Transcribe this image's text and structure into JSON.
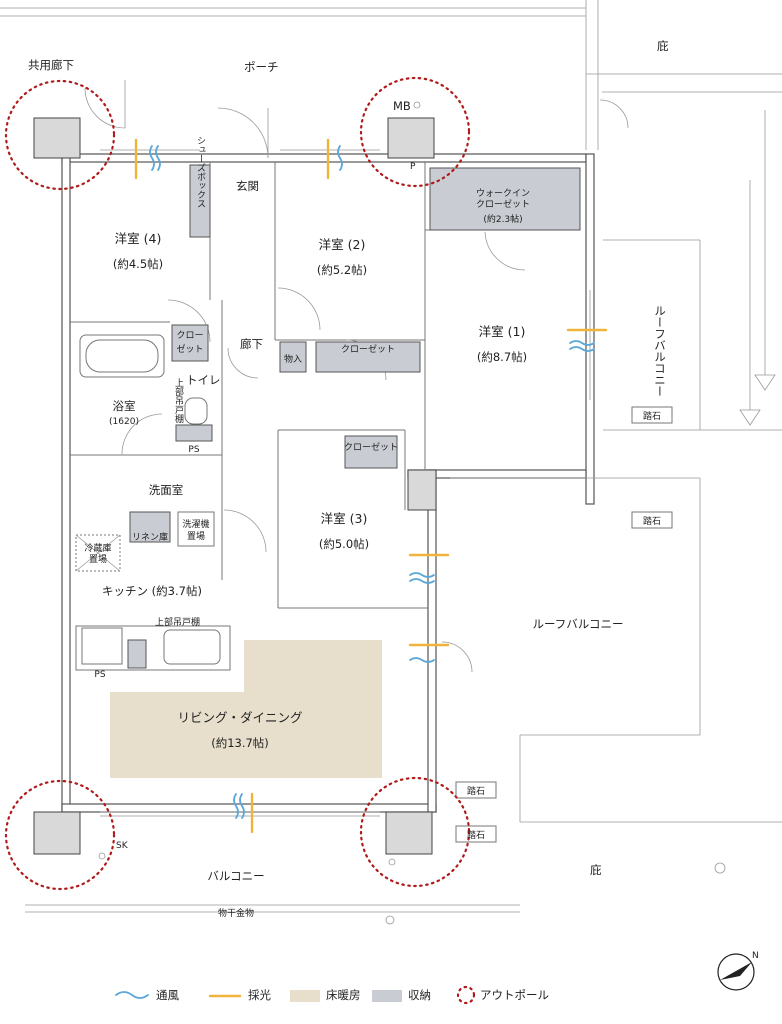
{
  "labels": {
    "corridor": "共用廊下",
    "porch": "ポーチ",
    "eaves_top": "庇",
    "mb": "MB",
    "p": "P",
    "walkin": "ウォークイン\nクローゼット",
    "walkin_area": "(約2.3帖)",
    "shoes_box": "シューズボックス",
    "entrance": "玄関",
    "room4": "洋室 (4)",
    "room4_area": "(約4.5帖)",
    "room2": "洋室 (2)",
    "room2_area": "(約5.2帖)",
    "room1": "洋室 (1)",
    "room1_area": "(約8.7帖)",
    "closet_small": "クロー\nゼット",
    "hallway": "廊下",
    "storage": "物入",
    "closet": "クローゼット",
    "toilet": "トイレ",
    "upper_cabinet_v": "上部吊戸棚",
    "bath": "浴室",
    "bath_size": "(1620)",
    "ps": "PS",
    "wash_room": "洗面室",
    "linen": "リネン庫",
    "washer": "洗濯機\n置場",
    "fridge": "冷蔵庫\n置場",
    "kitchen": "キッチン (約3.7帖)",
    "upper_cabinet": "上部吊戸棚",
    "room3": "洋室 (3)",
    "room3_area": "(約5.0帖)",
    "closet3": "クローゼット",
    "roof_balcony_v": "ルーフバルコニー",
    "roof_balcony": "ルーフバルコニー",
    "stepping_stone": "踏石",
    "living": "リビング・ダイニング",
    "living_area": "(約13.7帖)",
    "sk": "SK",
    "balcony": "バルコニー",
    "eaves_bottom": "庇",
    "drying": "物干金物",
    "north": "N"
  },
  "legend": [
    {
      "label": "通風",
      "kind": "wind",
      "color": "#5aa7d8"
    },
    {
      "label": "採光",
      "kind": "sun",
      "color": "#f0b43c"
    },
    {
      "label": "床暖房",
      "kind": "floor",
      "color": "#e7dfcc"
    },
    {
      "label": "収納",
      "kind": "store",
      "color": "#c9cdd3"
    },
    {
      "label": "アウトポール",
      "kind": "pole",
      "color": "#b01a1a"
    }
  ]
}
